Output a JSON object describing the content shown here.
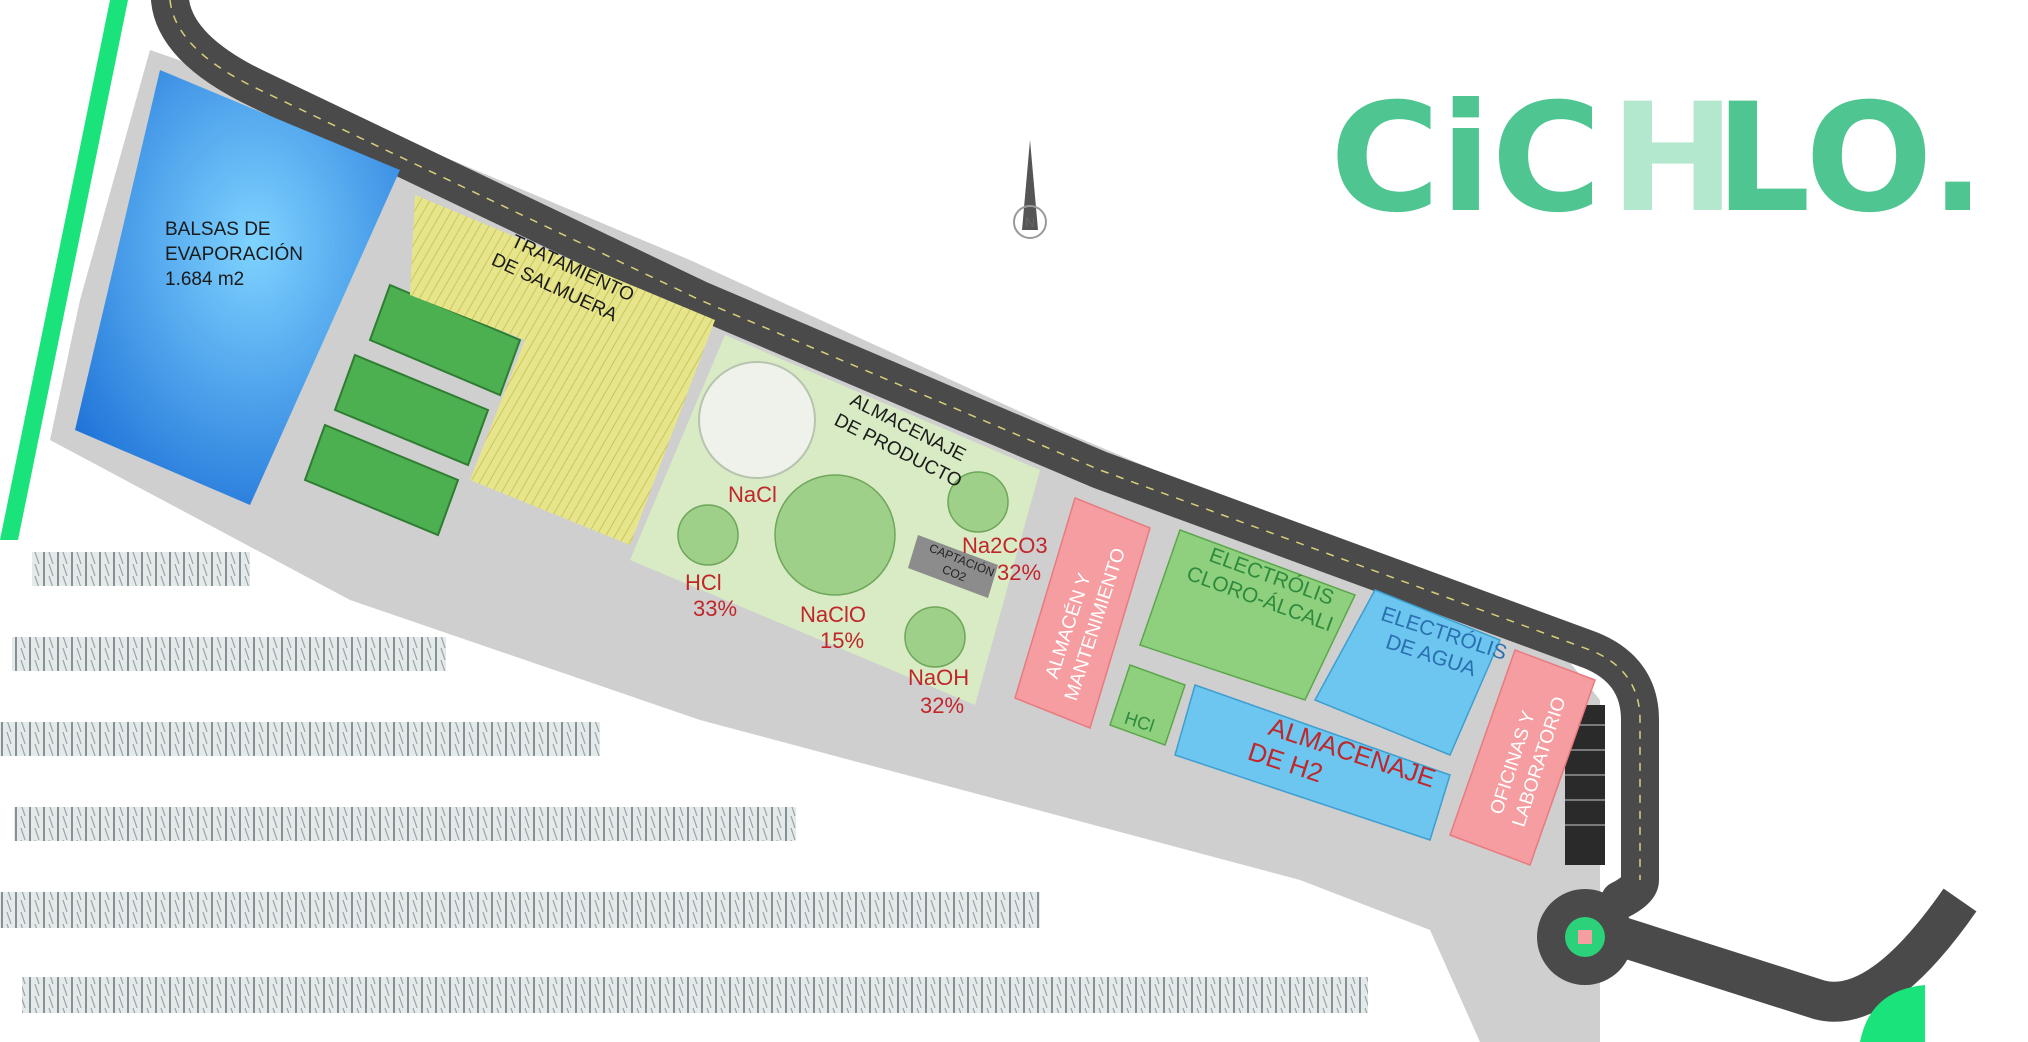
{
  "site_plan": {
    "evaporation_ponds": {
      "line1": "BALSAS DE",
      "line2": "EVAPORACIÓN",
      "area": "1.684 m2"
    },
    "brine_treatment": {
      "line1": "TRATAMIENTO",
      "line2": "DE SALMUERA"
    },
    "product_storage": {
      "line1": "ALMACENAJE",
      "line2": "DE PRODUCTO"
    },
    "tanks": {
      "nacl": "NaCl",
      "hcl": "HCl",
      "hcl_pct": "33%",
      "naclo": "NaClO",
      "naclo_pct": "15%",
      "naoh": "NaOH",
      "naoh_pct": "32%",
      "na2co3": "Na2CO3",
      "na2co3_pct": "32%"
    },
    "co2_capture": {
      "line1": "CAPTACIÓN",
      "line2": "CO2"
    },
    "warehouse": {
      "line1": "ALMACÉN Y",
      "line2": "MANTENIMIENTO"
    },
    "chlor_alkali": {
      "line1": "ELECTRÓLIS",
      "line2": "CLORO-ÁLCALI"
    },
    "water_electrolysis": {
      "line1": "ELECTRÓLIS",
      "line2": "DE AGUA"
    },
    "hcl_unit": "HCl",
    "h2_storage": {
      "line1": "ALMACENAJE",
      "line2": "DE H2"
    },
    "offices": {
      "line1": "OFICINAS Y",
      "line2": "LABORATORIO"
    },
    "north_mark": "N"
  },
  "logo": {
    "left": "CiC",
    "mid": "H",
    "right": "LO",
    "dot": "."
  },
  "colors": {
    "road": "#4a4a4a",
    "site": "#cfcfcf",
    "pond": "#2f8fe6",
    "brine": "#e6e48a",
    "storage": "#d8ebc4",
    "tank": "#9fd08a",
    "red_unit": "#f59da0",
    "green_unit": "#8fd07e",
    "blue_unit": "#6cc6f0",
    "logo_green": "#4fc592",
    "logo_light": "#b3e8cf"
  }
}
